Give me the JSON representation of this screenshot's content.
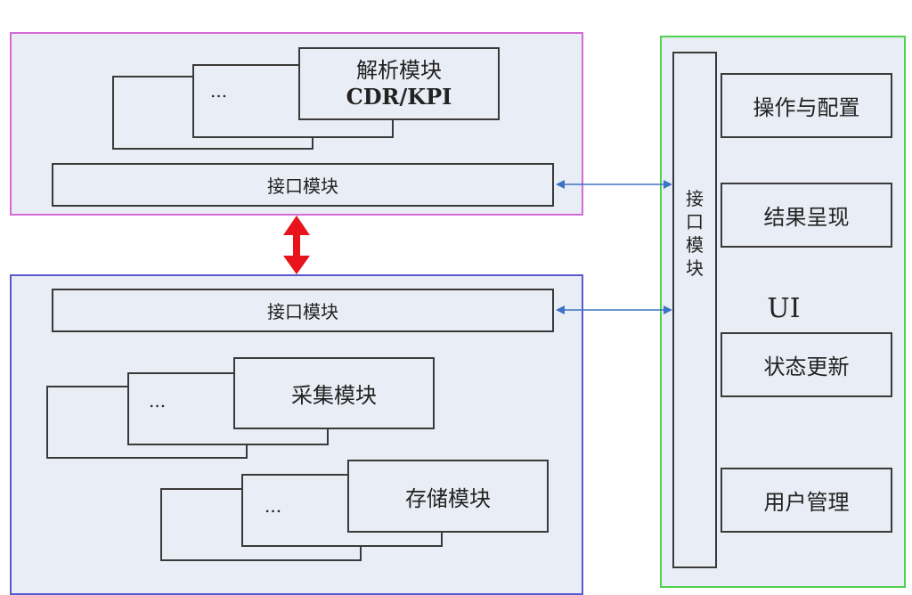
{
  "top_group": {
    "parse_module_line1": "解析模块",
    "parse_module_line2": "CDR/KPI",
    "ellipsis": "...",
    "interface_module": "接口模块"
  },
  "bottom_group": {
    "interface_module": "接口模块",
    "collect_module": "采集模块",
    "collect_ellipsis": "...",
    "storage_module": "存储模块",
    "storage_ellipsis": "..."
  },
  "ui_group": {
    "interface_module_vertical": [
      "接",
      "口",
      "模",
      "块"
    ],
    "ui_label": "UI",
    "items": [
      "操作与配置",
      "结果呈现",
      "状态更新",
      "用户管理"
    ]
  },
  "colors": {
    "top_border": "#d46ad4",
    "bottom_border": "#5a5ad0",
    "ui_border": "#4fd24f",
    "panel_fill": "#e9edf5",
    "red_arrow": "#e8141c",
    "blue_connector": "#3d73c4"
  }
}
